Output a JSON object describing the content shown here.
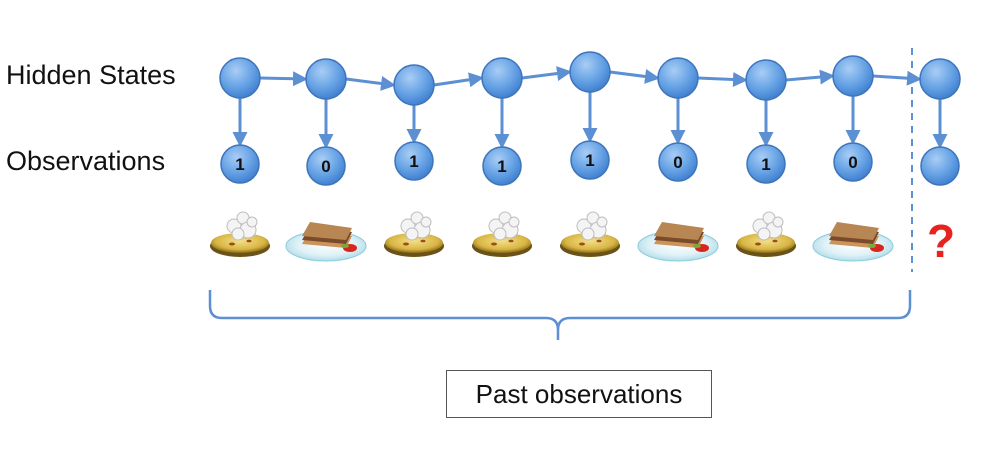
{
  "labels": {
    "hidden_states": "Hidden States",
    "observations": "Observations",
    "past_observations": "Past observations",
    "unknown_marker": "?"
  },
  "observation_values": [
    "1",
    "0",
    "1",
    "1",
    "1",
    "0",
    "1",
    "0",
    ""
  ],
  "food_icons": [
    "omelette-icon",
    "sandwich-icon",
    "omelette-icon",
    "omelette-icon",
    "omelette-icon",
    "sandwich-icon",
    "omelette-icon",
    "sandwich-icon"
  ],
  "colors": {
    "node_fill": "#5b9ae0",
    "node_stroke": "#3e74bb",
    "arrow": "#5d8fd3",
    "question_mark": "#e8221f"
  }
}
